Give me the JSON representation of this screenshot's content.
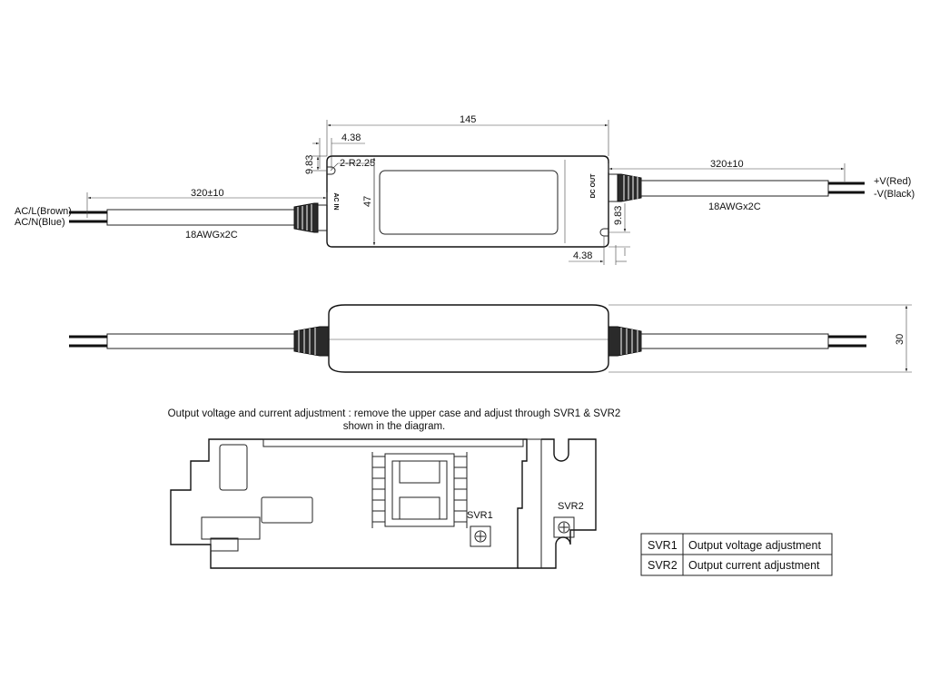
{
  "top_view": {
    "dim_length": "145",
    "dim_hole_offset_left": "4.38",
    "dim_hole_offset_right": "4.38",
    "dim_hole_edge_left": "9.83",
    "dim_hole_edge_right": "9.83",
    "dim_holes": "2-R2.25",
    "dim_width": "47",
    "input_cable_length": "320±10",
    "output_cable_length": "320±10",
    "input_cable_spec": "18AWGx2C",
    "output_cable_spec": "18AWGx2C",
    "input_wire_live": "AC/L(Brown)",
    "input_wire_neutral": "AC/N(Blue)",
    "output_wire_positive": "+V(Red)",
    "output_wire_negative": "-V(Black)",
    "ac_in_marking": "AC IN",
    "dc_out_marking": "DC OUT"
  },
  "side_view": {
    "dim_height": "30"
  },
  "adjustment": {
    "note_line1": "Output voltage and current adjustment : remove the upper case and adjust through SVR1 & SVR2",
    "note_line2": "shown in the diagram.",
    "svr1_label": "SVR1",
    "svr2_label": "SVR2"
  },
  "svr_table": {
    "rows": [
      {
        "id": "SVR1",
        "function": "Output voltage adjustment"
      },
      {
        "id": "SVR2",
        "function": "Output current adjustment"
      }
    ]
  }
}
